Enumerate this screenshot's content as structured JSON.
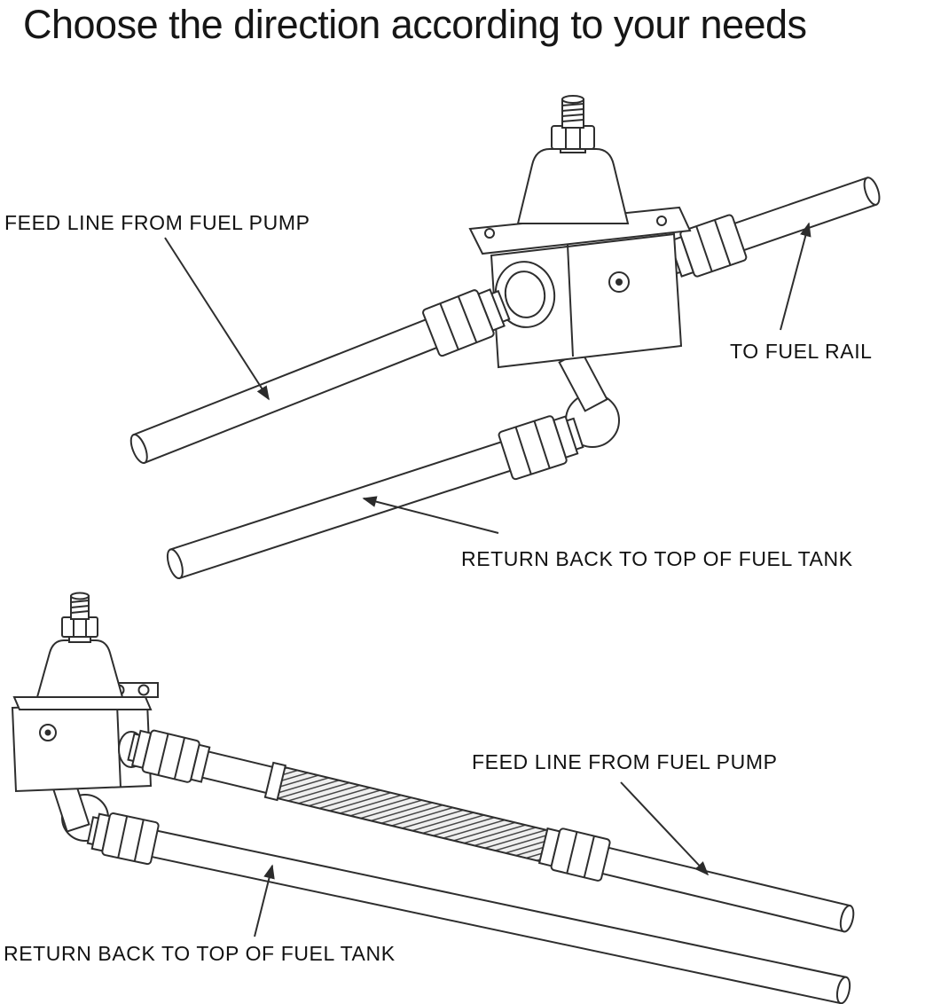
{
  "title": "Choose the direction according to your needs",
  "top_diagram": {
    "labels": {
      "feed_line": "FEED LINE FROM FUEL PUMP",
      "to_fuel_rail": "TO FUEL RAIL",
      "return_line": "RETURN BACK TO TOP OF FUEL TANK"
    }
  },
  "bottom_diagram": {
    "labels": {
      "feed_line": "FEED LINE FROM FUEL PUMP",
      "return_line": "RETURN BACK TO TOP OF FUEL TANK"
    }
  },
  "colors": {
    "background": "#ffffff",
    "line": "#2e2e2e",
    "text": "#111111"
  }
}
